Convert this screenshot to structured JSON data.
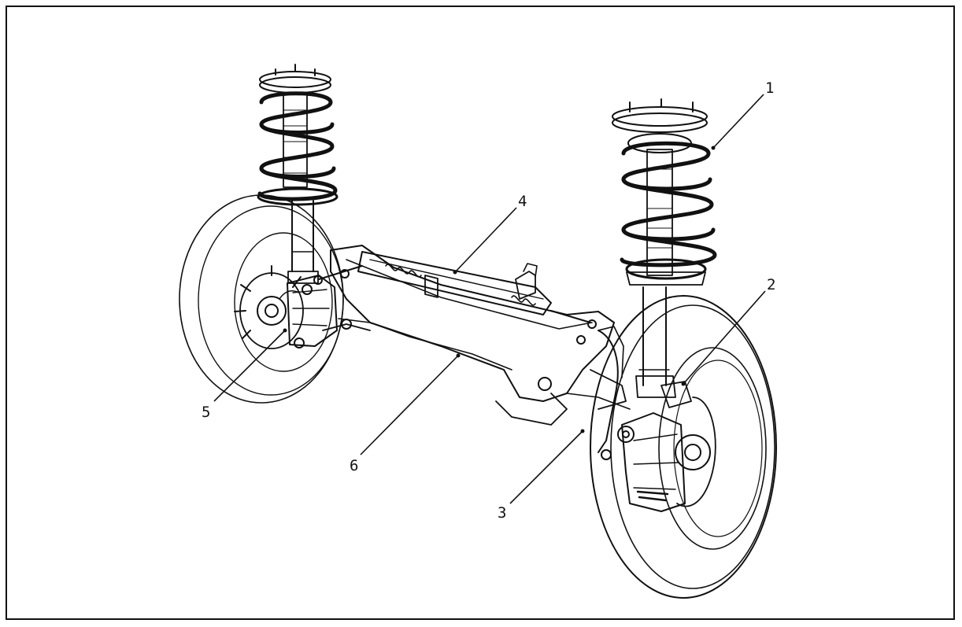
{
  "callouts": [
    {
      "label": "1"
    },
    {
      "label": "2"
    },
    {
      "label": "3"
    },
    {
      "label": "4"
    },
    {
      "label": "5"
    },
    {
      "label": "6"
    }
  ],
  "colors": {
    "line": "#111111",
    "background": "#ffffff"
  }
}
